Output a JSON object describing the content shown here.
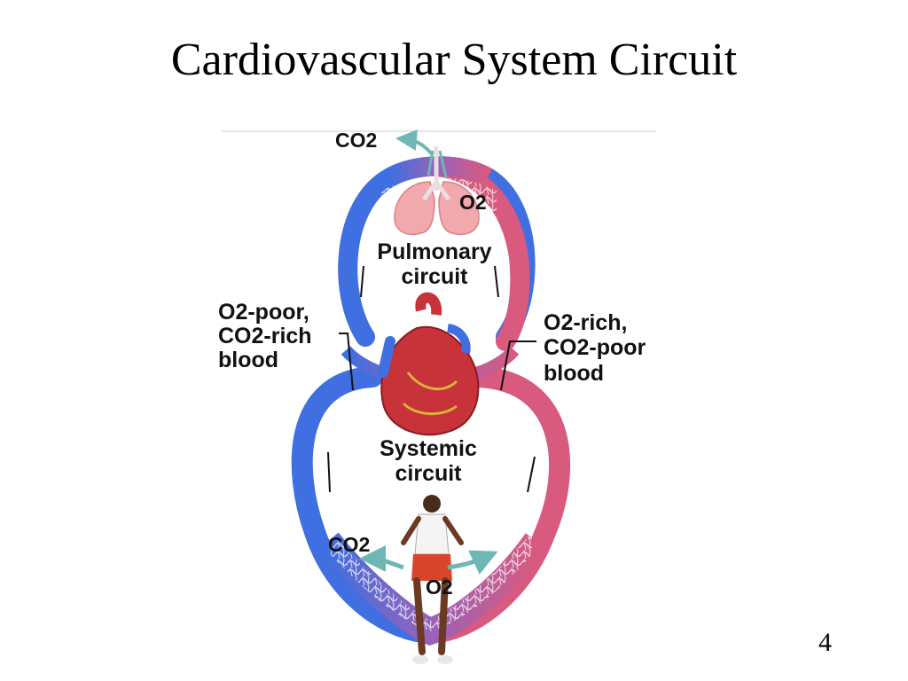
{
  "slide": {
    "title": "Cardiovascular System Circuit",
    "page_number": "4"
  },
  "diagram": {
    "top_co2": "CO2",
    "top_o2": "O2",
    "pulmonary_line1": "Pulmonary",
    "pulmonary_line2": "circuit",
    "left_line1": "O2-poor,",
    "left_line2": "CO2-rich",
    "left_line3": "blood",
    "right_line1": "O2-rich,",
    "right_line2": "CO2-poor",
    "right_line3": "blood",
    "systemic_line1": "Systemic",
    "systemic_line2": "circuit",
    "bottom_co2": "CO2",
    "bottom_o2": "O2",
    "colors": {
      "oxygen_poor": "#3f6fe0",
      "oxygen_rich": "#d85a7e",
      "capillary_mix": "#9a62b8",
      "lung": "#f2a9ad",
      "heart": "#c8323a",
      "gas_arrow": "#6fb7b4"
    }
  }
}
